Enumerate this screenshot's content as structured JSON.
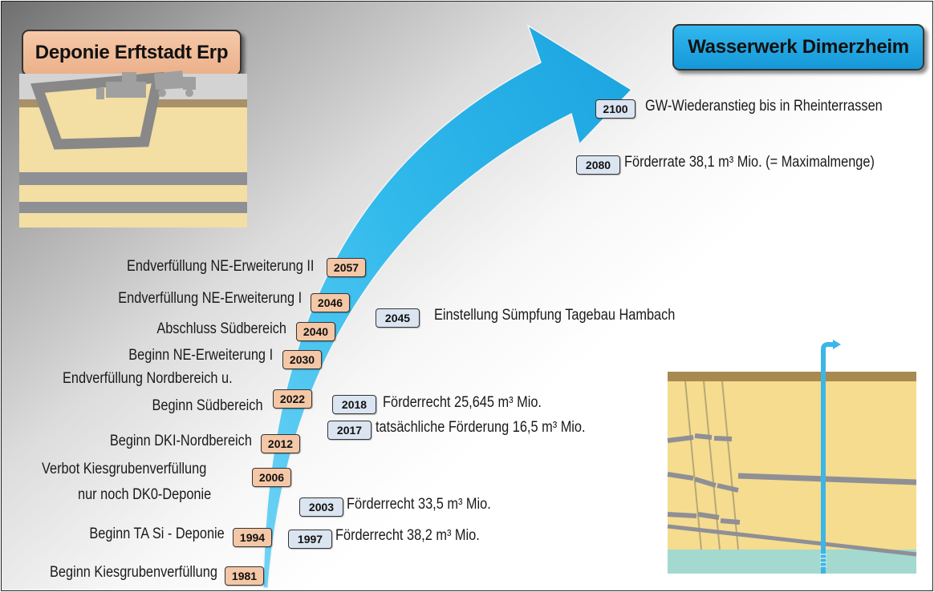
{
  "title_left": "Deponie Erftstadt Erp",
  "title_right": "Wasserwerk Dimerzheim",
  "left_events": [
    {
      "label": "Endverfüllung NE-Erweiterung II",
      "year": "2057"
    },
    {
      "label": "Endverfüllung NE-Erweiterung I",
      "year": "2046"
    },
    {
      "label": "Abschluss Südbereich",
      "year": "2040"
    },
    {
      "label": "Beginn NE-Erweiterung I",
      "year": "2030"
    },
    {
      "label_line1": "Endverfüllung Nordbereich u.",
      "label_line2": "Beginn Südbereich",
      "year": "2022"
    },
    {
      "label": "Beginn DKI-Nordbereich",
      "year": "2012"
    },
    {
      "label_line1": "Verbot Kiesgrubenverfüllung",
      "label_line2": "nur noch DK0-Deponie",
      "year": "2006"
    },
    {
      "label": "Beginn TA Si - Deponie",
      "year": "1994"
    },
    {
      "label": "Beginn Kiesgrubenverfüllung",
      "year": "1981"
    }
  ],
  "right_events": [
    {
      "year": "2100",
      "label": "GW-Wiederanstieg bis in Rheinterrassen"
    },
    {
      "year": "2080",
      "label": "Förderrate 38,1 m³ Mio.  (= Maximalmenge)"
    },
    {
      "year": "2045",
      "label": "Einstellung Sümpfung Tagebau Hambach"
    },
    {
      "year": "2018",
      "label": "Förderrecht 25,645 m³ Mio."
    },
    {
      "year": "2017",
      "label": "tatsächliche Förderung  16,5 m³ Mio."
    },
    {
      "year": "2003",
      "label": "Förderrecht 33,5 m³ Mio."
    },
    {
      "year": "1997",
      "label": "Förderrecht 38,2 m³ Mio."
    }
  ],
  "colors": {
    "arrow": "#2fb8ec",
    "left_badge": "#f4c7a6",
    "right_badge": "#dbe5f1",
    "soil": "#f5dc8f",
    "topsoil": "#a8894f"
  },
  "icons": [
    "landfill-pit-illustration",
    "bulldozer-icon",
    "dump-truck-icon",
    "well-cross-section-illustration"
  ]
}
